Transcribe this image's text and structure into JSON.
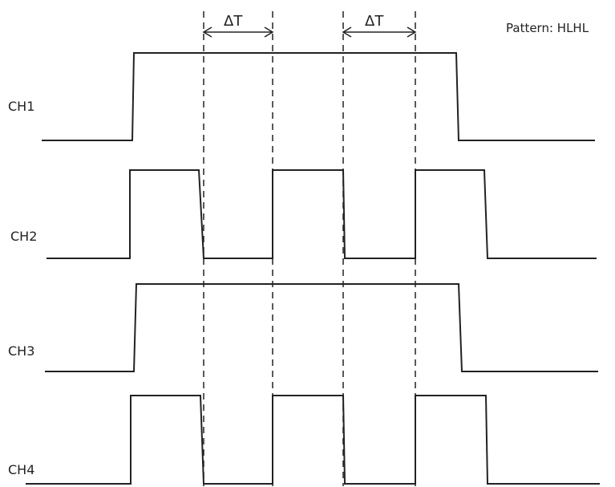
{
  "pattern_label": "Pattern: HLHL",
  "delta_label": "ΔT",
  "channels": [
    {
      "name": "CH1"
    },
    {
      "name": "CH2"
    },
    {
      "name": "CH3"
    },
    {
      "name": "CH4"
    }
  ]
}
